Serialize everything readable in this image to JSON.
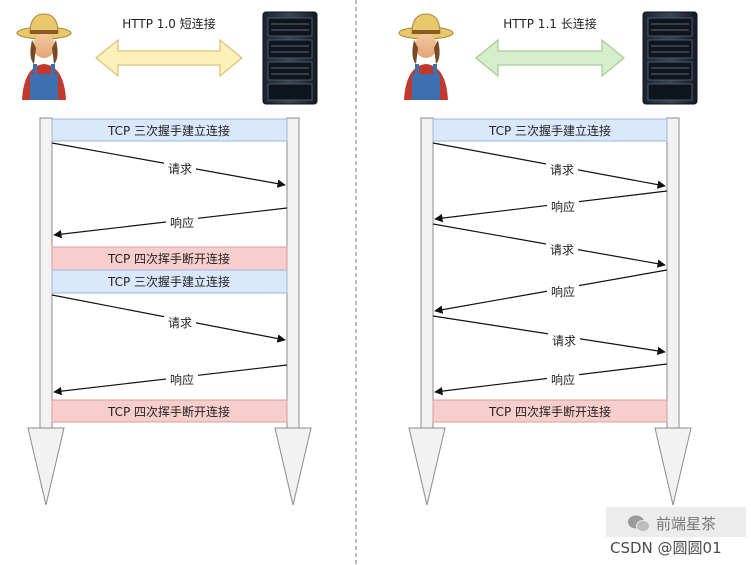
{
  "left": {
    "title": "HTTP 1.0 短连接",
    "arrow_color": "#fdf0b8",
    "bands": [
      {
        "text": "TCP 三次握手建立连接",
        "kind": "setup"
      },
      {
        "text": "TCP 四次挥手断开连接",
        "kind": "teardown"
      },
      {
        "text": "TCP 三次握手建立连接",
        "kind": "setup"
      },
      {
        "text": "TCP 四次挥手断开连接",
        "kind": "teardown"
      }
    ],
    "messages": [
      {
        "text": "请求",
        "dir": "to-server"
      },
      {
        "text": "响应",
        "dir": "to-client"
      },
      {
        "text": "请求",
        "dir": "to-server"
      },
      {
        "text": "响应",
        "dir": "to-client"
      }
    ]
  },
  "right": {
    "title": "HTTP 1.1 长连接",
    "arrow_color": "#d7eecb",
    "bands": [
      {
        "text": "TCP 三次握手建立连接",
        "kind": "setup"
      },
      {
        "text": "TCP 四次挥手断开连接",
        "kind": "teardown"
      }
    ],
    "messages": [
      {
        "text": "请求",
        "dir": "to-server"
      },
      {
        "text": "响应",
        "dir": "to-client"
      },
      {
        "text": "请求",
        "dir": "to-server"
      },
      {
        "text": "响应",
        "dir": "to-client"
      },
      {
        "text": "请求",
        "dir": "to-server"
      },
      {
        "text": "响应",
        "dir": "to-client"
      }
    ]
  },
  "colors": {
    "setup_fill": "#dae8fc",
    "setup_stroke": "#9fb9de",
    "teardown_fill": "#f8cecc",
    "teardown_stroke": "#d89e9b",
    "lifeline_fill": "#f2f2f2",
    "lifeline_stroke": "#8c8c8c"
  },
  "watermark": {
    "line1": "前端星茶",
    "line2": "CSDN @圆圆01"
  }
}
